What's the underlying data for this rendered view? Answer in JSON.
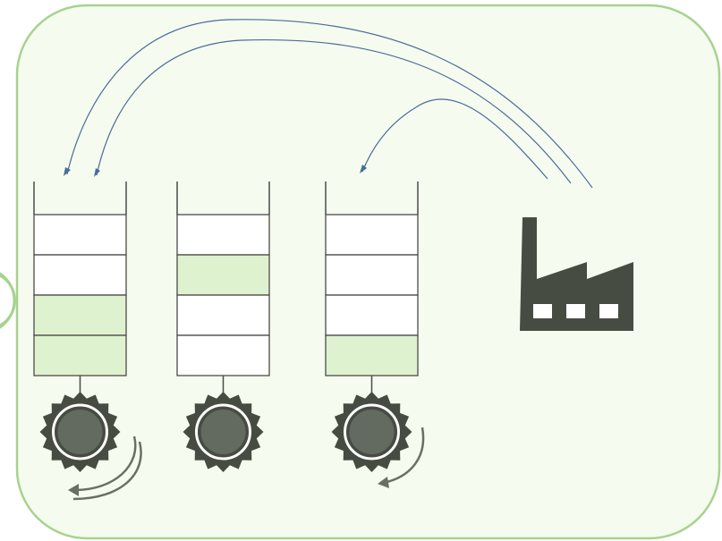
{
  "colors": {
    "background": "#ffffff",
    "panel_fill": "#f5fbee",
    "panel_border": "#a6d38f",
    "slot_fill_empty": "#ffffff",
    "slot_fill_filled": "#dff2cf",
    "slot_stroke": "#4b4b4b",
    "arrow_blue": "#4a6b9c",
    "factory": "#474c42",
    "gear_dark": "#474c42",
    "gear_hub": "#636a5f",
    "gear_ring": "#ffffff",
    "rotation_arrow": "#6a6e64"
  },
  "icons": {
    "producer": "factory-icon",
    "consumer": "gear-icon",
    "rotation": "rotation-arrow-icon",
    "message_flow": "curved-arrow-icon"
  },
  "queues": [
    {
      "id": "queue-1",
      "slots_filled": [
        false,
        false,
        true,
        true
      ],
      "rotating": true
    },
    {
      "id": "queue-2",
      "slots_filled": [
        false,
        true,
        false,
        false
      ],
      "rotating": false
    },
    {
      "id": "queue-3",
      "slots_filled": [
        false,
        false,
        false,
        true
      ],
      "rotating": true
    }
  ],
  "flows": [
    {
      "from": "factory",
      "to": "queue-1"
    },
    {
      "from": "factory",
      "to": "queue-1"
    },
    {
      "from": "factory",
      "to": "queue-3"
    }
  ]
}
